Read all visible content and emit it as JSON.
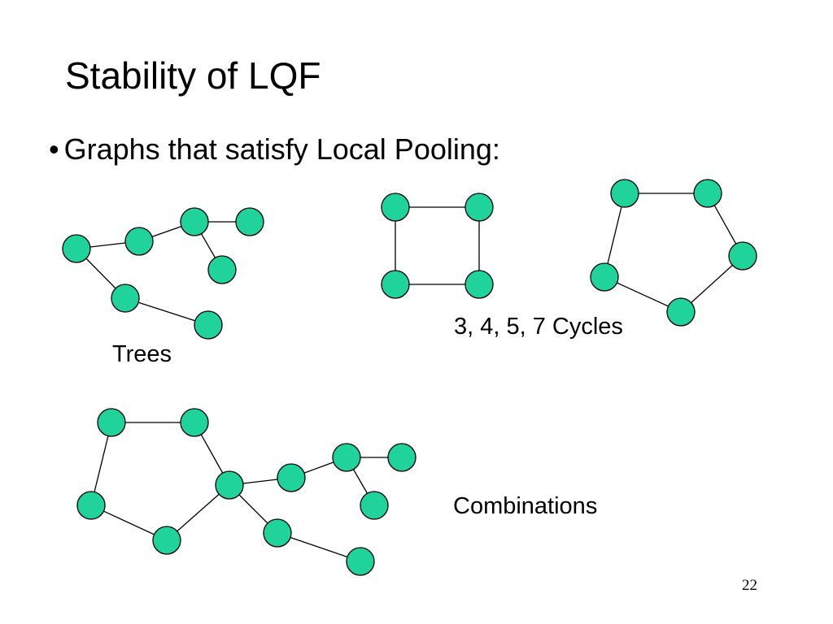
{
  "slide": {
    "title": "Stability of LQF",
    "bullet": {
      "marker": "•",
      "text": "Graphs that satisfy Local Pooling:"
    },
    "labels": {
      "trees": "Trees",
      "cycles": "3, 4, 5, 7 Cycles",
      "combinations": "Combinations"
    },
    "page_number": "22"
  },
  "colors": {
    "node_fill": "#1fd39a",
    "node_stroke": "#000000",
    "edge": "#000000"
  }
}
